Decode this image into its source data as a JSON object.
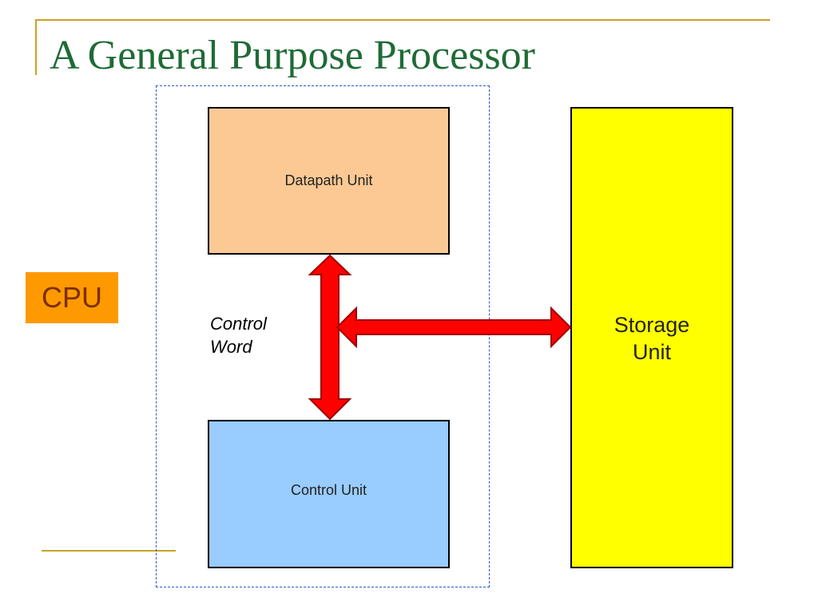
{
  "title": "A General Purpose Processor",
  "cpu_label": "CPU",
  "blocks": {
    "datapath": "Datapath Unit",
    "control": "Control Unit",
    "storage": "Storage\nUnit"
  },
  "bus_label": "Control\nWord",
  "colors": {
    "title": "#1f6b35",
    "frame_line": "#c9a227",
    "cpu_boundary": "#3355cc",
    "cpu_label_bg": "#ff9900",
    "cpu_label_text": "#7a2e00",
    "datapath_fill": "#fcc995",
    "control_fill": "#99ccff",
    "storage_fill": "#ffff00",
    "arrow_fill": "#ff0000"
  },
  "connections": [
    {
      "from": "Datapath Unit",
      "to": "Control Unit",
      "style": "bidirectional-arrow"
    },
    {
      "from": "Control Word bus",
      "to": "Storage Unit",
      "style": "bidirectional-arrow"
    }
  ]
}
